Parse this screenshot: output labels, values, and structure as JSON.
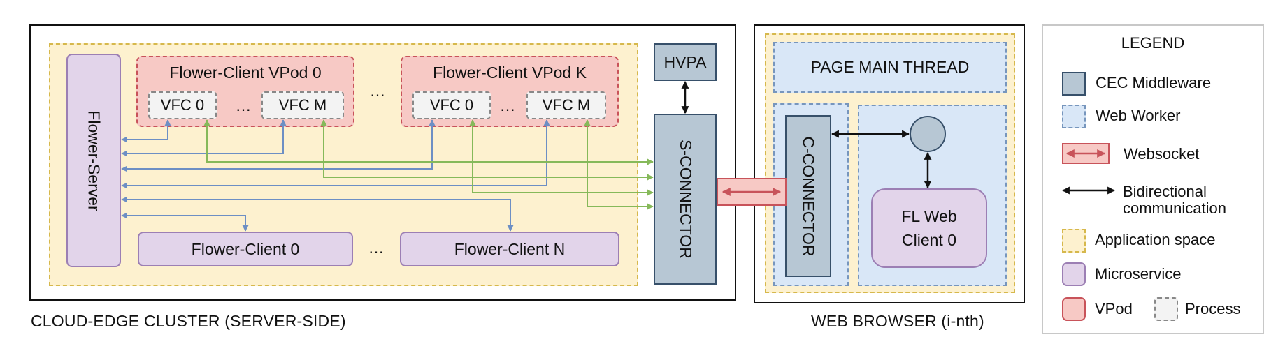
{
  "server_side": {
    "caption": "CLOUD-EDGE CLUSTER (SERVER-SIDE)",
    "flower_server": "Flower-Server",
    "vpod_0": {
      "title": "Flower-Client VPod 0",
      "proc_first": "VFC 0",
      "proc_last": "VFC M"
    },
    "vpod_k": {
      "title": "Flower-Client VPod K",
      "proc_first": "VFC 0",
      "proc_last": "VFC M"
    },
    "flower_client_0": "Flower-Client 0",
    "flower_client_n": "Flower-Client N",
    "ellipsis": "…",
    "hvpa": "HVPA",
    "s_connector": "S-CONNECTOR"
  },
  "browser": {
    "caption": "WEB BROWSER (i-nth)",
    "page_main_thread": "PAGE MAIN THREAD",
    "c_connector": "C-CONNECTOR",
    "fl_web_client_line1": "FL Web",
    "fl_web_client_line2": "Client 0"
  },
  "legend": {
    "title": "LEGEND",
    "cec_middleware": "CEC Middleware",
    "web_worker": "Web Worker",
    "websocket": "Websocket",
    "bidirectional_line1": "Bidirectional",
    "bidirectional_line2": "communication",
    "application_space": "Application space",
    "microservice": "Microservice",
    "vpod": "VPod",
    "process": "Process"
  },
  "colors": {
    "blue_arrow": "#6d8fc4",
    "green_arrow": "#86b95a",
    "websocket_red": "#c8535a",
    "black_arrow": "#111111"
  }
}
